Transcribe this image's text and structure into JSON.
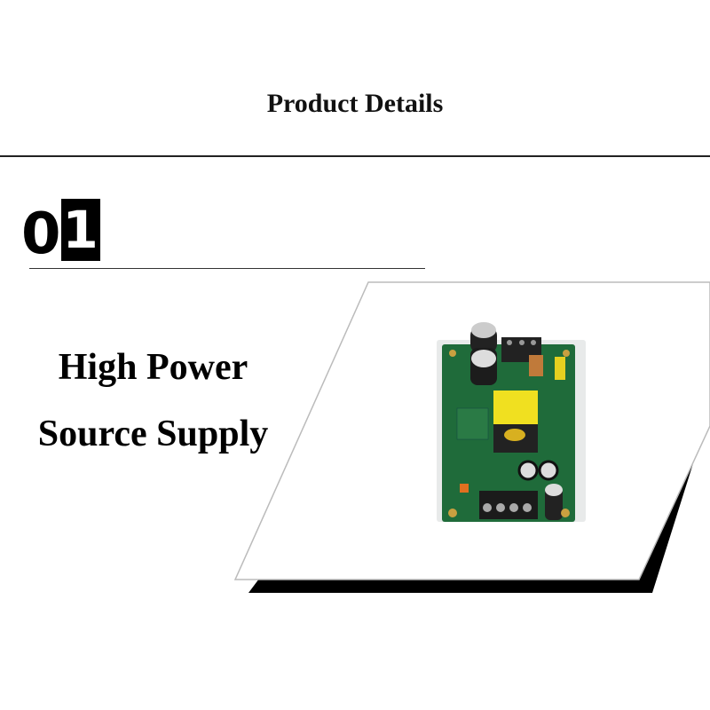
{
  "header": {
    "title": "Product Details"
  },
  "section": {
    "number_first": "0",
    "number_second": "1"
  },
  "feature": {
    "line1": "High Power",
    "line2": "Source Supply"
  },
  "colors": {
    "pcb": "#1f6b3a",
    "transformer": "#f0e020",
    "shadow": "#000000"
  }
}
